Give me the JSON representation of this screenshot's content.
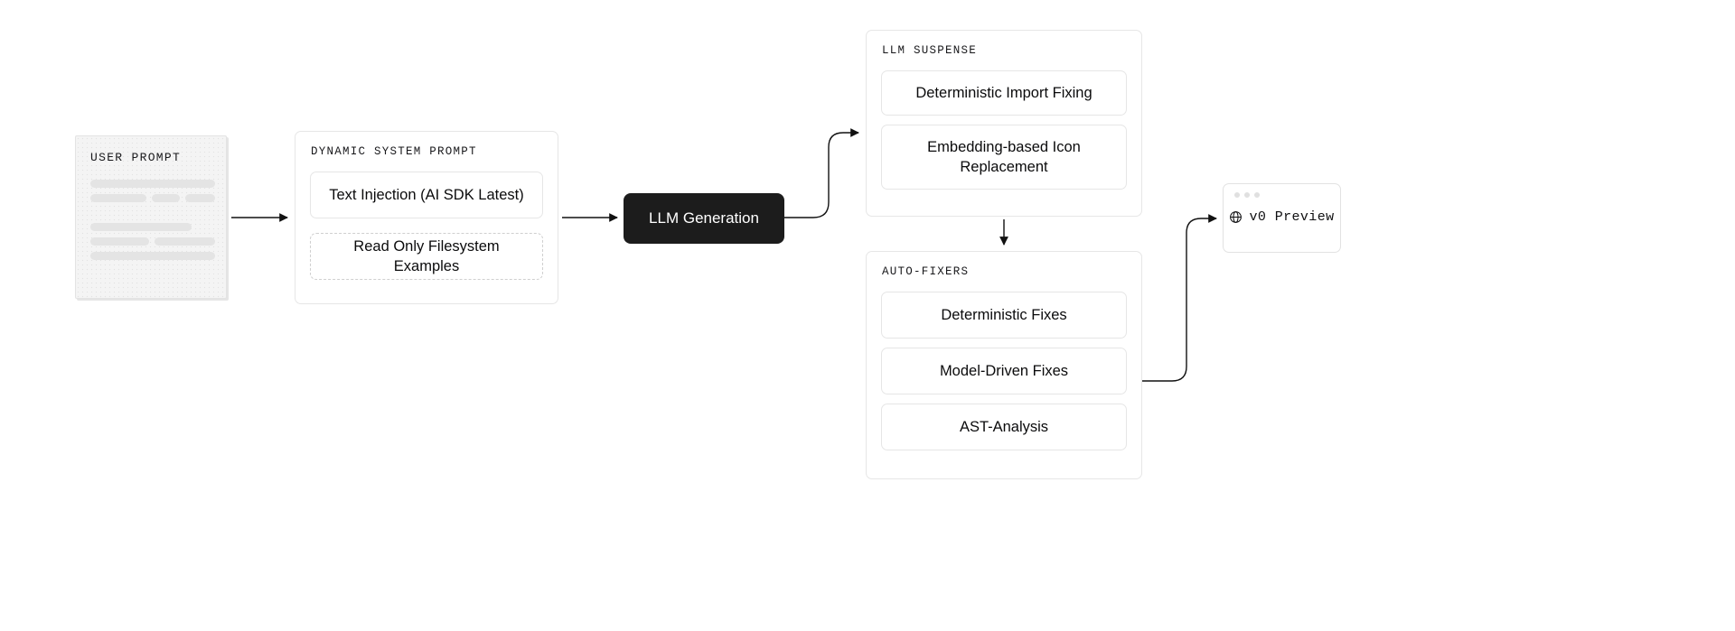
{
  "diagram": {
    "background": "#ffffff",
    "accent_dark": "#1c1c1c",
    "border_color": "#e6e6e6",
    "skeleton_color": "#e4e4e4"
  },
  "user_prompt": {
    "label": "USER PROMPT",
    "skeleton_rows": [
      [
        138
      ],
      [
        68,
        34,
        36
      ],
      [
        0
      ],
      [
        112
      ],
      [
        68,
        70
      ],
      [
        138
      ]
    ]
  },
  "dynamic_system_prompt": {
    "label": "DYNAMIC SYSTEM PROMPT",
    "items": [
      {
        "text": "Text Injection (AI SDK Latest)",
        "style": "solid"
      },
      {
        "text": "Read Only Filesystem Examples",
        "style": "dashed"
      }
    ]
  },
  "llm_generation": {
    "label": "LLM Generation"
  },
  "llm_suspense": {
    "label": "LLM SUSPENSE",
    "items": [
      {
        "text": "Deterministic Import Fixing"
      },
      {
        "text": "Embedding-based Icon Replacement"
      }
    ]
  },
  "auto_fixers": {
    "label": "AUTO-FIXERS",
    "items": [
      {
        "text": "Deterministic Fixes"
      },
      {
        "text": "Model-Driven Fixes"
      },
      {
        "text": "AST-Analysis"
      }
    ]
  },
  "v0_preview": {
    "label": "v0 Preview",
    "icon": "globe-icon",
    "window_dots": 3
  },
  "connections": [
    {
      "from": "user-prompt",
      "to": "dynamic-system-prompt",
      "style": "straight"
    },
    {
      "from": "dynamic-system-prompt",
      "to": "llm-generation",
      "style": "straight"
    },
    {
      "from": "llm-generation",
      "to": "llm-suspense",
      "style": "curved"
    },
    {
      "from": "llm-suspense",
      "to": "auto-fixers",
      "style": "straight-down"
    },
    {
      "from": "auto-fixers",
      "to": "v0-preview",
      "style": "curved"
    }
  ]
}
